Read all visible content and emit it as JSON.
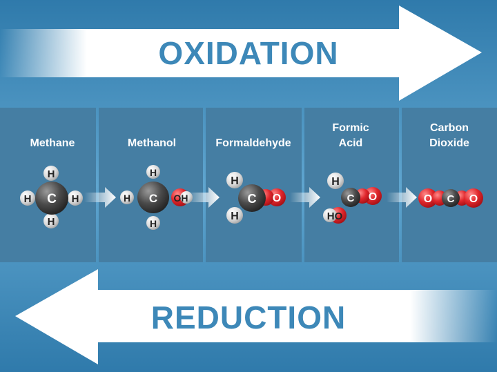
{
  "banners": {
    "oxidation": "OXIDATION",
    "reduction": "REDUCTION"
  },
  "molecules": [
    {
      "name": "Methane",
      "name_lines": [
        "Methane"
      ]
    },
    {
      "name": "Methanol",
      "name_lines": [
        "Methanol"
      ]
    },
    {
      "name": "Formaldehyde",
      "name_lines": [
        "Formaldehyde"
      ]
    },
    {
      "name": "Formic Acid",
      "name_lines": [
        "Formic",
        "Acid"
      ]
    },
    {
      "name": "Carbon Dioxide",
      "name_lines": [
        "Carbon",
        "Dioxide"
      ]
    }
  ],
  "atoms": {
    "hydrogen": "H",
    "carbon": "C",
    "oxygen": "O",
    "hydroxyl": "OH",
    "hydroxyl_left": "HO"
  },
  "colors": {
    "background": "#3f88b5",
    "panel": "#457ea3",
    "banner": "#ffffff",
    "banner_text": "#3d88b8",
    "carbon": "#3a3a3a",
    "hydrogen": "#e8e8e8",
    "oxygen": "#e0262b"
  }
}
